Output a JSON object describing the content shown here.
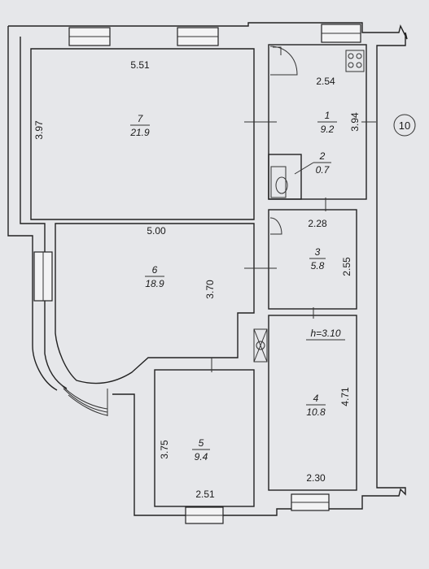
{
  "plan": {
    "apartment_number": "10",
    "height_note": "h=3.10",
    "rooms": [
      {
        "id": "room-7",
        "number": "7",
        "area": "21.9",
        "width": "5.51",
        "length": "3.97"
      },
      {
        "id": "room-1",
        "number": "1",
        "area": "9.2",
        "width": "2.54",
        "length": "3.94"
      },
      {
        "id": "room-2",
        "number": "2",
        "area": "0.7"
      },
      {
        "id": "room-6",
        "number": "6",
        "area": "18.9",
        "width": "5.00",
        "length": "3.70"
      },
      {
        "id": "room-3",
        "number": "3",
        "area": "5.8",
        "width": "2.28",
        "length": "2.55"
      },
      {
        "id": "room-4",
        "number": "4",
        "area": "10.8",
        "length": "4.71",
        "width": "2.30"
      },
      {
        "id": "room-5",
        "number": "5",
        "area": "9.4",
        "length": "3.75",
        "width": "2.51"
      }
    ]
  }
}
